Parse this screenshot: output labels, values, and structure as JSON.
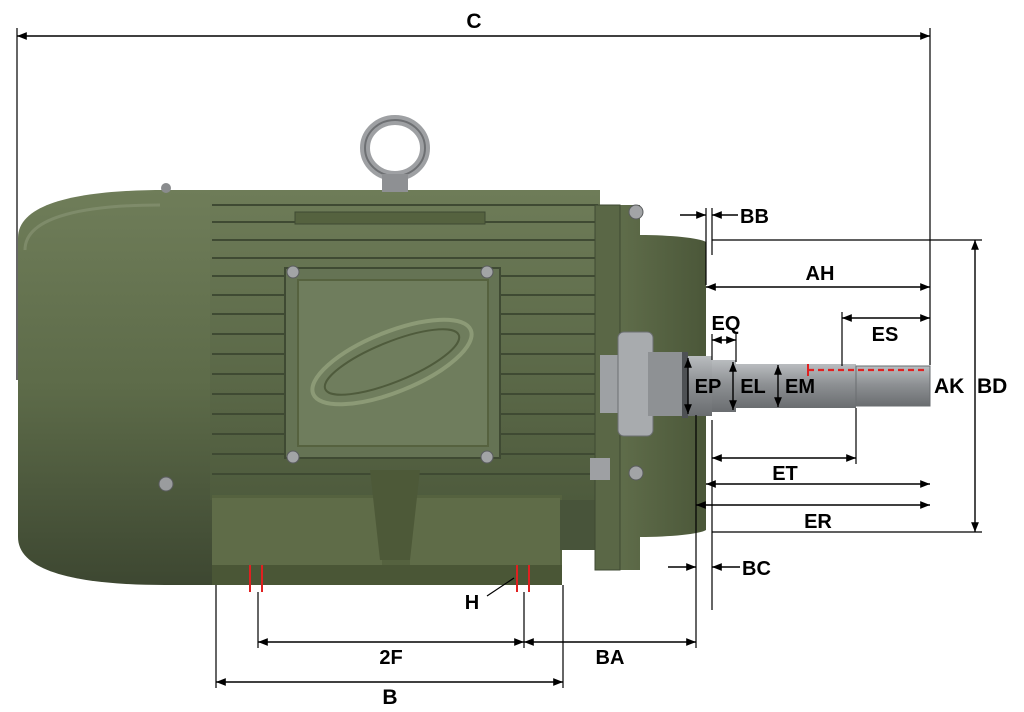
{
  "diagram": {
    "labels": {
      "C": "C",
      "BB": "BB",
      "AH": "AH",
      "ES": "ES",
      "EQ": "EQ",
      "EP": "EP",
      "EL": "EL",
      "EM": "EM",
      "AK": "AK",
      "BD": "BD",
      "ET": "ET",
      "ER": "ER",
      "BC": "BC",
      "H": "H",
      "F2": "2F",
      "BA": "BA",
      "B": "B"
    },
    "colors": {
      "motor_body": "#5f6e4c",
      "motor_dark": "#3f4a33",
      "motor_light": "#7d8a68",
      "shaft": "#8a8d90",
      "shaft_light": "#b4b7ba",
      "hardware": "#9a9c9e",
      "hole_marker": "#e02020"
    }
  }
}
